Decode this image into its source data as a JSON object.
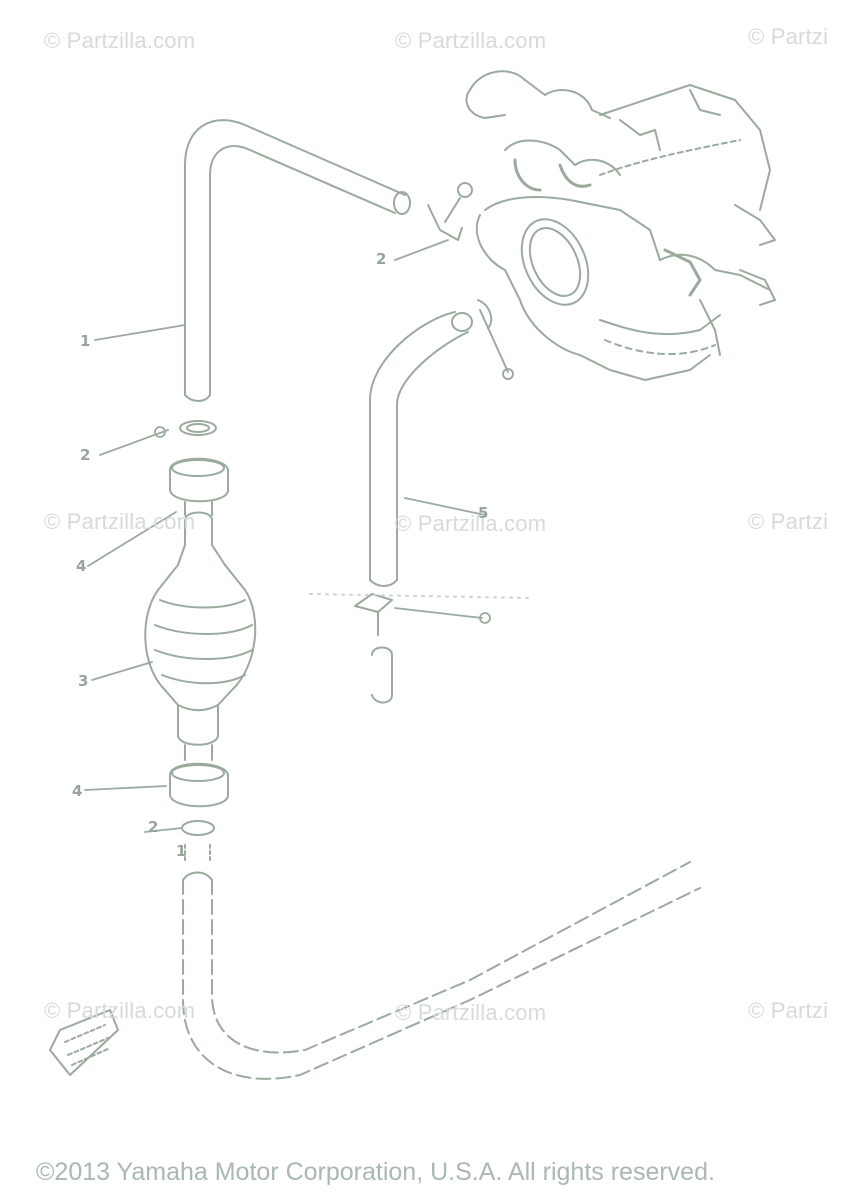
{
  "watermarks": [
    "© Partzilla.com",
    "© Partzilla.com",
    "© Partzi",
    "© Partzilla.com",
    "© Partzilla.com",
    "© Partzi",
    "© Partzilla.com",
    "© Partzilla.com",
    "© Partzi"
  ],
  "callouts": [
    "1",
    "2",
    "2",
    "4",
    "3",
    "4",
    "5",
    "2",
    "1"
  ],
  "copyright": "©2013 Yamaha Motor Corporation, U.S.A. All rights reserved.",
  "colors": {
    "line": "#9aaa9c",
    "watermark": "#d6dbd6",
    "copyright": "#aab8b0"
  }
}
